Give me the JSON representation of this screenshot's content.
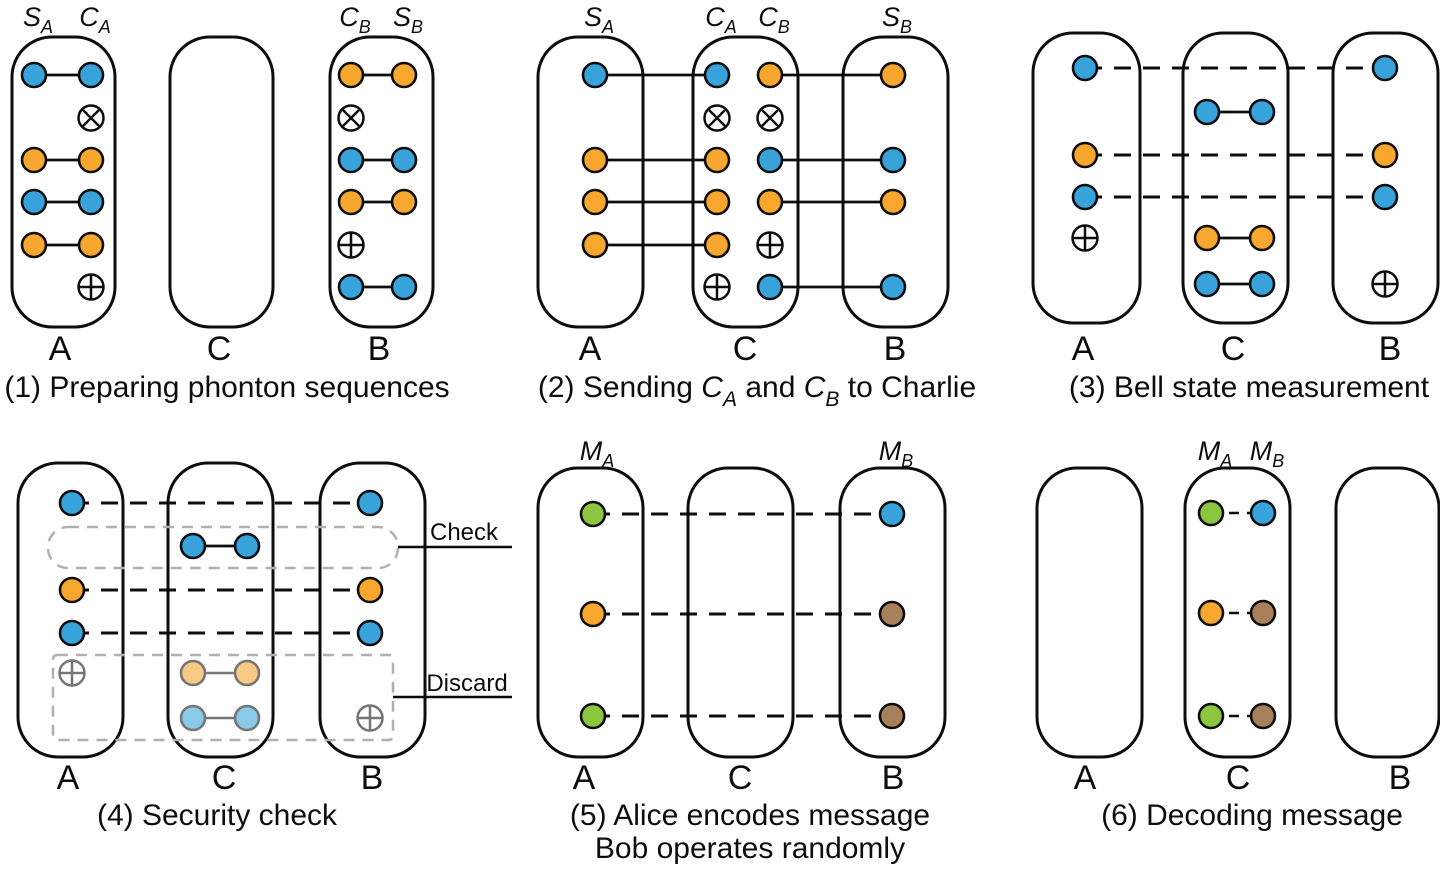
{
  "colors": {
    "blue": "#38A3DB",
    "orange": "#F7A72E",
    "green": "#8CC63E",
    "brown": "#A6805A",
    "faded_orange": "#F9CA83",
    "faded_blue": "#89CBE9",
    "outline_black": "#0d0d0d",
    "outline_gray": "#757575",
    "region_dash_gray": "#B0B0B0",
    "background": "#FFFFFF"
  },
  "panels": [
    {
      "name": "panel-1",
      "caption_lines": [
        [
          {
            "t": "(1) Preparing phonton sequences"
          }
        ]
      ],
      "box_labels": [
        "A",
        "C",
        "B"
      ],
      "column_labels": [
        {
          "col": "SA",
          "main": "S",
          "sub": "A"
        },
        {
          "col": "CA",
          "main": "C",
          "sub": "A"
        },
        {
          "col": "CB",
          "main": "C",
          "sub": "B"
        },
        {
          "col": "SB",
          "main": "S",
          "sub": "B"
        }
      ],
      "circles": [
        {
          "col": "SA",
          "row": 1,
          "color": "blue"
        },
        {
          "col": "CA",
          "row": 1,
          "color": "blue"
        },
        {
          "col": "SA",
          "row": 3,
          "color": "orange"
        },
        {
          "col": "CA",
          "row": 3,
          "color": "orange"
        },
        {
          "col": "SA",
          "row": 4,
          "color": "blue"
        },
        {
          "col": "CA",
          "row": 4,
          "color": "blue"
        },
        {
          "col": "SA",
          "row": 5,
          "color": "orange"
        },
        {
          "col": "CA",
          "row": 5,
          "color": "orange"
        },
        {
          "col": "CB",
          "row": 1,
          "color": "orange"
        },
        {
          "col": "SB",
          "row": 1,
          "color": "orange"
        },
        {
          "col": "CB",
          "row": 3,
          "color": "blue"
        },
        {
          "col": "SB",
          "row": 3,
          "color": "blue"
        },
        {
          "col": "CB",
          "row": 4,
          "color": "orange"
        },
        {
          "col": "SB",
          "row": 4,
          "color": "orange"
        },
        {
          "col": "CB",
          "row": 6,
          "color": "blue"
        },
        {
          "col": "SB",
          "row": 6,
          "color": "blue"
        }
      ],
      "marks": [
        {
          "col": "CA",
          "row": 2,
          "kind": "otimes"
        },
        {
          "col": "CA",
          "row": 6,
          "kind": "oplus"
        },
        {
          "col": "CB",
          "row": 2,
          "kind": "otimes"
        },
        {
          "col": "CB",
          "row": 5,
          "kind": "oplus"
        }
      ],
      "links": [
        {
          "a": "SA",
          "b": "CA",
          "row": 1,
          "style": "solid"
        },
        {
          "a": "SA",
          "b": "CA",
          "row": 3,
          "style": "solid"
        },
        {
          "a": "SA",
          "b": "CA",
          "row": 4,
          "style": "solid"
        },
        {
          "a": "SA",
          "b": "CA",
          "row": 5,
          "style": "solid"
        },
        {
          "a": "CB",
          "b": "SB",
          "row": 1,
          "style": "solid"
        },
        {
          "a": "CB",
          "b": "SB",
          "row": 3,
          "style": "solid"
        },
        {
          "a": "CB",
          "b": "SB",
          "row": 4,
          "style": "solid"
        },
        {
          "a": "CB",
          "b": "SB",
          "row": 6,
          "style": "solid"
        }
      ]
    },
    {
      "name": "panel-2",
      "caption_lines": [
        [
          {
            "t": "(2) Sending "
          },
          {
            "t": "C",
            "i": 1
          },
          {
            "t": "A",
            "i": 1,
            "sub": 1
          },
          {
            "t": " and "
          },
          {
            "t": "C",
            "i": 1
          },
          {
            "t": "B",
            "i": 1,
            "sub": 1
          },
          {
            "t": " to Charlie"
          }
        ]
      ],
      "box_labels": [
        "A",
        "C",
        "B"
      ],
      "column_labels": [
        {
          "col": "SA",
          "main": "S",
          "sub": "A"
        },
        {
          "col": "CA",
          "main": "C",
          "sub": "A"
        },
        {
          "col": "CB",
          "main": "C",
          "sub": "B"
        },
        {
          "col": "SB",
          "main": "S",
          "sub": "B"
        }
      ],
      "circles": [
        {
          "col": "SA",
          "row": 1,
          "color": "blue"
        },
        {
          "col": "CA",
          "row": 1,
          "color": "blue"
        },
        {
          "col": "SA",
          "row": 3,
          "color": "orange"
        },
        {
          "col": "CA",
          "row": 3,
          "color": "orange"
        },
        {
          "col": "SA",
          "row": 4,
          "color": "orange"
        },
        {
          "col": "CA",
          "row": 4,
          "color": "orange"
        },
        {
          "col": "SA",
          "row": 5,
          "color": "orange"
        },
        {
          "col": "CA",
          "row": 5,
          "color": "orange"
        },
        {
          "col": "CB",
          "row": 1,
          "color": "orange"
        },
        {
          "col": "SB",
          "row": 1,
          "color": "orange"
        },
        {
          "col": "CB",
          "row": 3,
          "color": "blue"
        },
        {
          "col": "SB",
          "row": 3,
          "color": "blue"
        },
        {
          "col": "CB",
          "row": 4,
          "color": "orange"
        },
        {
          "col": "SB",
          "row": 4,
          "color": "orange"
        },
        {
          "col": "CB",
          "row": 6,
          "color": "blue"
        },
        {
          "col": "SB",
          "row": 6,
          "color": "blue"
        }
      ],
      "marks": [
        {
          "col": "CA",
          "row": 2,
          "kind": "otimes"
        },
        {
          "col": "CA",
          "row": 6,
          "kind": "oplus"
        },
        {
          "col": "CB",
          "row": 2,
          "kind": "otimes"
        },
        {
          "col": "CB",
          "row": 5,
          "kind": "oplus"
        }
      ],
      "links": [
        {
          "a": "SA",
          "b": "CA",
          "row": 1,
          "style": "solid"
        },
        {
          "a": "SA",
          "b": "CA",
          "row": 3,
          "style": "solid"
        },
        {
          "a": "SA",
          "b": "CA",
          "row": 4,
          "style": "solid"
        },
        {
          "a": "SA",
          "b": "CA",
          "row": 5,
          "style": "solid"
        },
        {
          "a": "CB",
          "b": "SB",
          "row": 1,
          "style": "solid"
        },
        {
          "a": "CB",
          "b": "SB",
          "row": 3,
          "style": "solid"
        },
        {
          "a": "CB",
          "b": "SB",
          "row": 4,
          "style": "solid"
        },
        {
          "a": "CB",
          "b": "SB",
          "row": 6,
          "style": "solid"
        }
      ]
    },
    {
      "name": "panel-3",
      "caption_lines": [
        [
          {
            "t": "(3) Bell state measurement"
          }
        ]
      ],
      "box_labels": [
        "A",
        "C",
        "B"
      ],
      "column_labels": [],
      "circles": [
        {
          "col": "A",
          "row": 1,
          "color": "blue"
        },
        {
          "col": "B",
          "row": 1,
          "color": "blue"
        },
        {
          "col": "C1",
          "row": 2,
          "color": "blue"
        },
        {
          "col": "C2",
          "row": 2,
          "color": "blue"
        },
        {
          "col": "A",
          "row": 3,
          "color": "orange"
        },
        {
          "col": "B",
          "row": 3,
          "color": "orange"
        },
        {
          "col": "A",
          "row": 4,
          "color": "blue"
        },
        {
          "col": "B",
          "row": 4,
          "color": "blue"
        },
        {
          "col": "C1",
          "row": 5,
          "color": "orange"
        },
        {
          "col": "C2",
          "row": 5,
          "color": "orange"
        },
        {
          "col": "C1",
          "row": 6,
          "color": "blue"
        },
        {
          "col": "C2",
          "row": 6,
          "color": "blue"
        }
      ],
      "marks": [
        {
          "col": "A",
          "row": 5,
          "kind": "oplus"
        },
        {
          "col": "B",
          "row": 6,
          "kind": "oplus"
        }
      ],
      "links": [
        {
          "a": "A",
          "b": "B",
          "row": 1,
          "style": "dashed"
        },
        {
          "a": "A",
          "b": "B",
          "row": 3,
          "style": "dashed"
        },
        {
          "a": "A",
          "b": "B",
          "row": 4,
          "style": "dashed"
        },
        {
          "a": "C1",
          "b": "C2",
          "row": 2,
          "style": "solid"
        },
        {
          "a": "C1",
          "b": "C2",
          "row": 5,
          "style": "solid"
        },
        {
          "a": "C1",
          "b": "C2",
          "row": 6,
          "style": "solid"
        }
      ]
    },
    {
      "name": "panel-4",
      "caption_lines": [
        [
          {
            "t": "(4) Security check"
          }
        ]
      ],
      "box_labels": [
        "A",
        "C",
        "B"
      ],
      "column_labels": [],
      "circles": [
        {
          "col": "A",
          "row": 1,
          "color": "blue"
        },
        {
          "col": "B",
          "row": 1,
          "color": "blue"
        },
        {
          "col": "C1",
          "row": 2,
          "color": "blue"
        },
        {
          "col": "C2",
          "row": 2,
          "color": "blue"
        },
        {
          "col": "A",
          "row": 3,
          "color": "orange"
        },
        {
          "col": "B",
          "row": 3,
          "color": "orange"
        },
        {
          "col": "A",
          "row": 4,
          "color": "blue"
        },
        {
          "col": "B",
          "row": 4,
          "color": "blue"
        },
        {
          "col": "C1",
          "row": 5,
          "color": "faded_orange",
          "outline": "gray"
        },
        {
          "col": "C2",
          "row": 5,
          "color": "faded_orange",
          "outline": "gray"
        },
        {
          "col": "C1",
          "row": 6,
          "color": "faded_blue",
          "outline": "gray"
        },
        {
          "col": "C2",
          "row": 6,
          "color": "faded_blue",
          "outline": "gray"
        }
      ],
      "marks": [
        {
          "col": "A",
          "row": 5,
          "kind": "oplus",
          "outline": "gray"
        },
        {
          "col": "B",
          "row": 6,
          "kind": "oplus",
          "outline": "gray"
        }
      ],
      "links": [
        {
          "a": "A",
          "b": "B",
          "row": 1,
          "style": "dashed"
        },
        {
          "a": "A",
          "b": "B",
          "row": 3,
          "style": "dashed"
        },
        {
          "a": "A",
          "b": "B",
          "row": 4,
          "style": "dashed"
        },
        {
          "a": "C1",
          "b": "C2",
          "row": 2,
          "style": "solid"
        },
        {
          "a": "C1",
          "b": "C2",
          "row": 5,
          "style": "solid_gray"
        },
        {
          "a": "C1",
          "b": "C2",
          "row": 6,
          "style": "solid_gray"
        }
      ],
      "regions": [
        {
          "kind": "check",
          "label": "Check"
        },
        {
          "kind": "discard",
          "label": "Discard"
        }
      ]
    },
    {
      "name": "panel-5",
      "caption_lines": [
        [
          {
            "t": "(5) Alice encodes message"
          }
        ],
        [
          {
            "t": "Bob operates randomly"
          }
        ]
      ],
      "box_labels": [
        "A",
        "C",
        "B"
      ],
      "column_labels": [
        {
          "col": "A",
          "main": "M",
          "sub": "A"
        },
        {
          "col": "B",
          "main": "M",
          "sub": "B"
        }
      ],
      "circles": [
        {
          "col": "A",
          "row": 1,
          "color": "green"
        },
        {
          "col": "B",
          "row": 1,
          "color": "blue"
        },
        {
          "col": "A",
          "row": 2,
          "color": "orange"
        },
        {
          "col": "B",
          "row": 2,
          "color": "brown"
        },
        {
          "col": "A",
          "row": 3,
          "color": "green"
        },
        {
          "col": "B",
          "row": 3,
          "color": "brown"
        }
      ],
      "marks": [],
      "links": [
        {
          "a": "A",
          "b": "B",
          "row": 1,
          "style": "dashed"
        },
        {
          "a": "A",
          "b": "B",
          "row": 2,
          "style": "dashed"
        },
        {
          "a": "A",
          "b": "B",
          "row": 3,
          "style": "dashed"
        }
      ]
    },
    {
      "name": "panel-6",
      "caption_lines": [
        [
          {
            "t": "(6) Decoding message"
          }
        ]
      ],
      "box_labels": [
        "A",
        "C",
        "B"
      ],
      "column_labels": [
        {
          "col": "C1",
          "main": "M",
          "sub": "A"
        },
        {
          "col": "C2",
          "main": "M",
          "sub": "B"
        }
      ],
      "circles": [
        {
          "col": "C1",
          "row": 1,
          "color": "green"
        },
        {
          "col": "C2",
          "row": 1,
          "color": "blue"
        },
        {
          "col": "C1",
          "row": 2,
          "color": "orange"
        },
        {
          "col": "C2",
          "row": 2,
          "color": "brown"
        },
        {
          "col": "C1",
          "row": 3,
          "color": "green"
        },
        {
          "col": "C2",
          "row": 3,
          "color": "brown"
        }
      ],
      "marks": [],
      "links": [
        {
          "a": "C1",
          "b": "C2",
          "row": 1,
          "style": "dashed_short"
        },
        {
          "a": "C1",
          "b": "C2",
          "row": 2,
          "style": "dashed_short"
        },
        {
          "a": "C1",
          "b": "C2",
          "row": 3,
          "style": "dashed_short"
        }
      ]
    }
  ]
}
